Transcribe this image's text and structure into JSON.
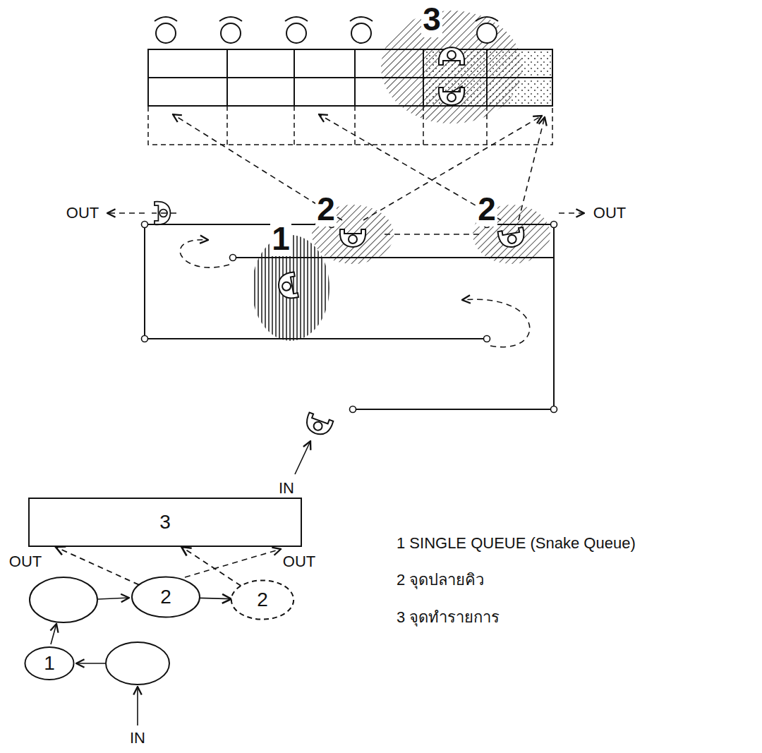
{
  "diagram": {
    "nodes": [
      {
        "text": [
          "3"
        ]
      },
      {
        "text": [
          "2"
        ]
      },
      {
        "text": [
          "2"
        ]
      },
      {
        "text": [
          "1"
        ]
      }
    ],
    "edges": [
      {
        "from": 1,
        "to": 2,
        "arrow": "to"
      },
      {
        "from": 1,
        "to": 0,
        "arrow": "to"
      },
      {
        "from": 2,
        "to": 0,
        "arrow": "to"
      }
    ],
    "labels": [
      "3",
      "2",
      "2",
      "OUT",
      "OUT",
      "1",
      "IN",
      "OUT",
      "OUT",
      "IN",
      "1 SINGLE QUEUE (Snake Queue)",
      "2 จุดปลายคิว",
      "3 จุดทำรายการ"
    ]
  }
}
